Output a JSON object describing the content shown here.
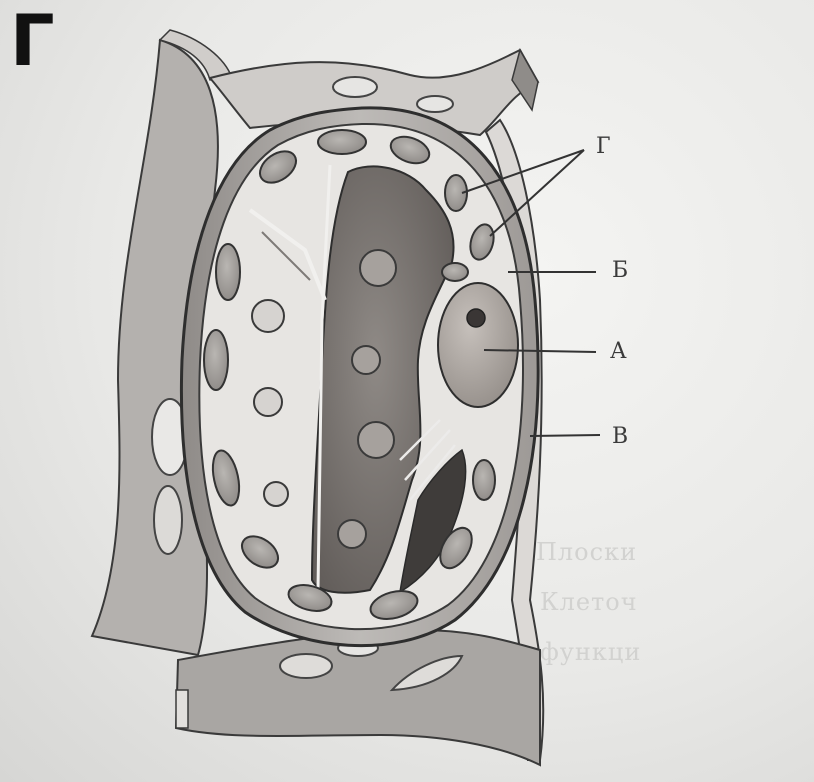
{
  "panel_letter": "Г",
  "labels": {
    "g": "Г",
    "b": "Б",
    "a": "А",
    "v": "В"
  },
  "background_text": [
    "Плоски",
    "Клеточ",
    "функци"
  ]
}
